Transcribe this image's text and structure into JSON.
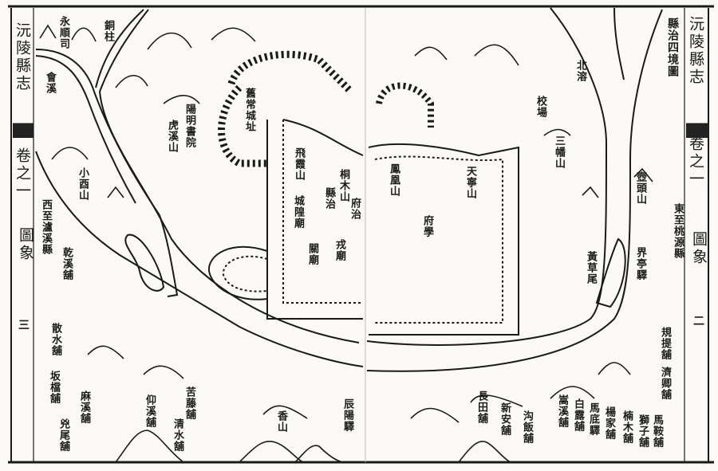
{
  "book_title_left": "沅陵縣志",
  "book_title_right": "沅陵縣志",
  "volume_left": "卷之一",
  "volume_right": "卷之一",
  "section_left": "圖象",
  "section_right": "圖象",
  "page_left": "三",
  "page_right": "二",
  "map_title": "縣治四境圖",
  "colors": {
    "paper": "#fbfaf6",
    "ink": "#1a1a1a"
  },
  "left_labels": [
    "永順司",
    "銅柱",
    "會溪",
    "陽明書院",
    "虎溪山",
    "舊常城址",
    "小酉山",
    "西至瀘溪縣",
    "乾溪舖",
    "散水舖",
    "坂檔舖",
    "麻溪舖",
    "兇尾舖",
    "仰溪舖",
    "苦藤舖",
    "清水舖",
    "香山",
    "辰陽驛",
    "飛霞山",
    "桐木山",
    "府治",
    "城隍廟",
    "縣治",
    "關廟",
    "戎廟"
  ],
  "right_labels": [
    "北溶",
    "校場",
    "三幡山",
    "鳳凰山",
    "天寧山",
    "府學",
    "壺頭山",
    "東至桃源縣",
    "黃草尾",
    "界亭驛",
    "規提舖",
    "濟卿舖",
    "長田舖",
    "新安舖",
    "沟飯舖",
    "嵩溪舖",
    "白露舖",
    "馬底驛",
    "楊家舖",
    "楠木舖",
    "獅子舖",
    "馬鞍舖"
  ]
}
